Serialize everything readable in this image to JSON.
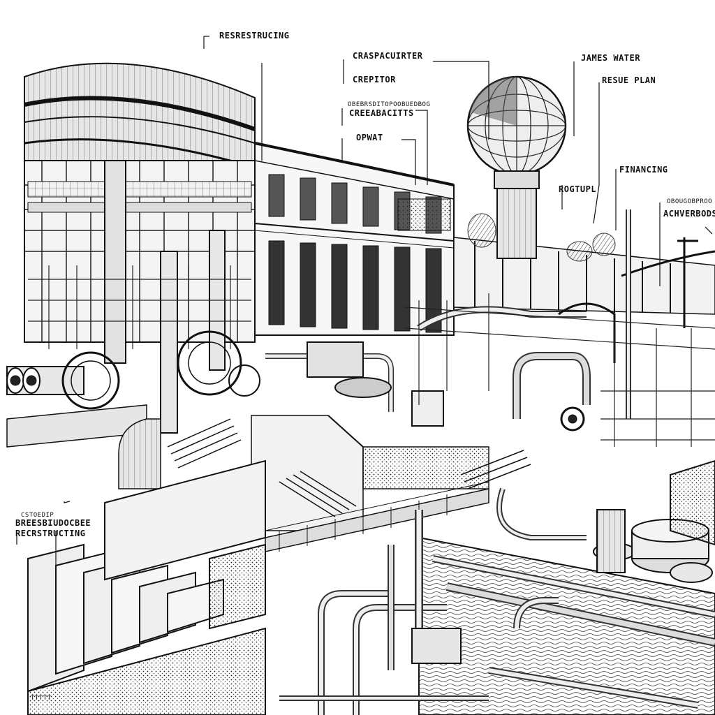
{
  "labels": {
    "restructuring_top": "RESRESTRUCING",
    "craspacuirter": "CRASPACUIRTER",
    "crepitor": "CREPITOR",
    "small_caption_1": "OBEBRSDITOPOOBUEDBOG",
    "creeabacitts": "CREEABACITTS",
    "opwat": "OPWAT",
    "james_water": "JAMES WATER",
    "resue_plan": "RESUE PLAN",
    "financing": "FINANCING",
    "rogtupl": "ROGTUPL",
    "small_caption_2": "OBOUGOBPROO",
    "achverbods": "ACHVERBODS",
    "small_caption_3": "CSTOEDIP",
    "breesbiudocbee": "BREESBIUDOCBEE",
    "reerstructing": "RECRSTRUCTING",
    "footer_mark": "TTTTT"
  },
  "colors": {
    "ink": "#111111",
    "light_gray": "#d8d8d8",
    "mid_gray": "#9a9a9a",
    "dark": "#222222"
  }
}
